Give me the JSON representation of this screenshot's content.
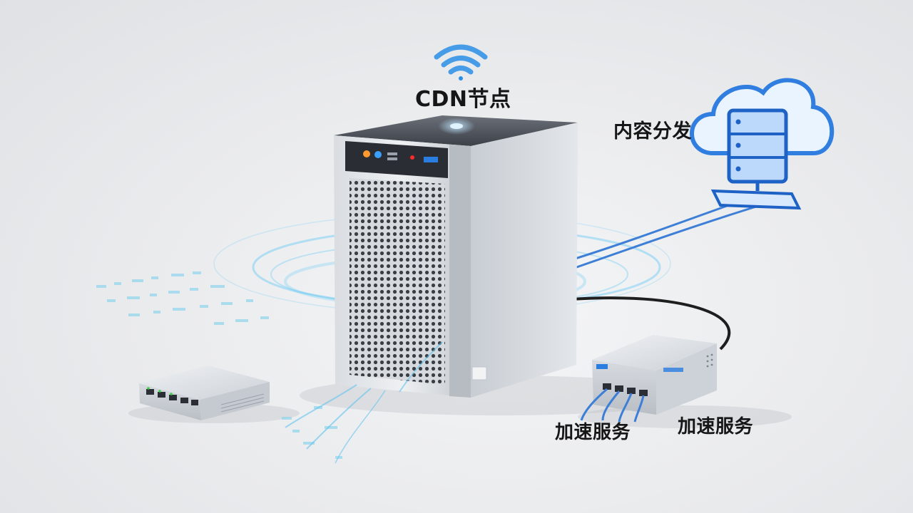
{
  "labels": {
    "cdn_node": "CDN节点",
    "content_distribution": "内容分发",
    "acceleration_service_1": "加速服务",
    "acceleration_service_2": "加速服务"
  },
  "colors": {
    "accent_blue": "#2a7de1",
    "cable_blue": "#3d7fd6",
    "cable_dark": "#1e1e1e",
    "cloud_outline": "#2f7ee0",
    "cloud_fill": "#eaf4ff",
    "metal_light": "#e8eaed",
    "metal_dark": "#9aa1aa"
  },
  "icons": {
    "signal": "wifi-signal-icon",
    "cloud_server": "cloud-server-icon"
  }
}
